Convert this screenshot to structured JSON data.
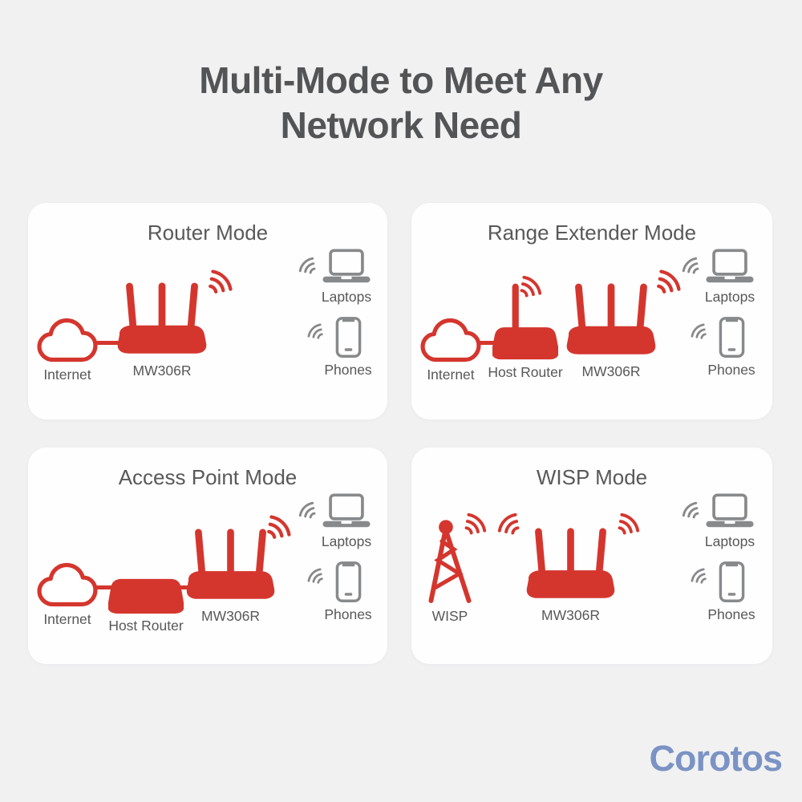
{
  "header": {
    "title_line1": "Multi-Mode to Meet Any",
    "title_line2": "Network Need"
  },
  "footer": {
    "watermark": "Corotos"
  },
  "colors": {
    "brand_red": "#d4362e",
    "device_gray": "#88898b",
    "label_text": "#58585a",
    "title_text": "#535456",
    "watermark_blue": "#7b93c4",
    "page_background": "#f1f1f2",
    "card_background": "#fefefe"
  },
  "panels": [
    {
      "id": "router-mode",
      "title": "Router Mode",
      "nodes": {
        "internet": "Internet",
        "mw306r": "MW306R",
        "laptops": "Laptops",
        "phones": "Phones"
      }
    },
    {
      "id": "range-extender-mode",
      "title": "Range Extender Mode",
      "nodes": {
        "internet": "Internet",
        "host_router": "Host Router",
        "mw306r": "MW306R",
        "laptops": "Laptops",
        "phones": "Phones"
      }
    },
    {
      "id": "access-point-mode",
      "title": "Access Point Mode",
      "nodes": {
        "internet": "Internet",
        "host_router": "Host Router",
        "mw306r": "MW306R",
        "laptops": "Laptops",
        "phones": "Phones"
      }
    },
    {
      "id": "wisp-mode",
      "title": "WISP Mode",
      "nodes": {
        "wisp": "WISP",
        "mw306r": "MW306R",
        "laptops": "Laptops",
        "phones": "Phones"
      }
    }
  ]
}
